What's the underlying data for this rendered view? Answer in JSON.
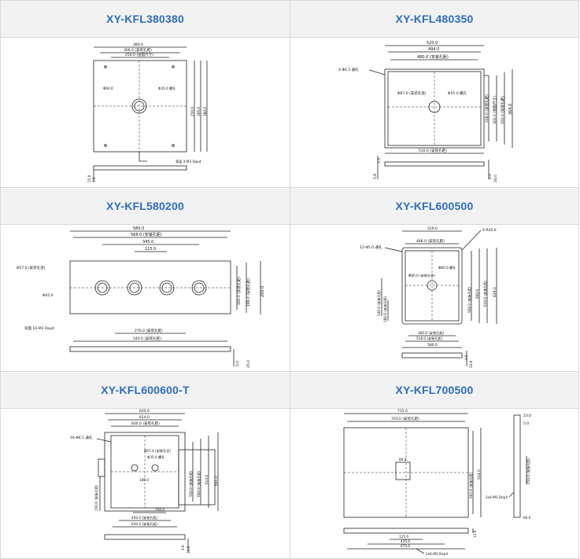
{
  "products": [
    {
      "model": "XY-KFL380380",
      "annotations": [
        "380.0",
        "366.0 (安装孔距)",
        "250.0 (视窗尺寸)",
        "Φ60.0",
        "Φ35.0 螺孔",
        "380.0",
        "366.0",
        "250.0",
        "背面 4-M3 Dep4",
        "25.0",
        "5.0"
      ]
    },
    {
      "model": "XY-KFL480350",
      "annotations": [
        "520.0",
        "494.0",
        "480.0 (安装孔距)",
        "4-Φ4.5 通孔",
        "Φ67.0 (安装孔径)",
        "Φ55.0 螺孔",
        "336.0 (安装孔距)",
        "300.0 (视窗尺寸)",
        "350.0 (安装孔距)",
        "364.0",
        "510.0 (安装孔距)",
        "3.5",
        "5.8",
        "4.0",
        "24.0"
      ]
    },
    {
      "model": "XY-KFL580200",
      "annotations": [
        "580.0",
        "568.0 (安装孔距)",
        "345.0",
        "115.0",
        "Φ57.0 (安装孔径)",
        "Φ45.0",
        "背面 10-M3 Dep4",
        "270.0 (安装孔距)",
        "540.0 (安装孔距)",
        "160.0 (安装孔距)",
        "188.0 (安装孔距)",
        "200.0",
        "5.0",
        "25.0"
      ]
    },
    {
      "model": "XY-KFL600500",
      "annotations": [
        "529.0",
        "488.0 (安装孔距)",
        "4-R45.0",
        "12-Φ5.0 通孔",
        "Φ80.0 (安装孔径)",
        "Φ80.0 螺孔",
        "540.0 (安装孔距)",
        "180.0 (安装孔距)",
        "568.0 (安装孔距)",
        "600.0",
        "610.0 (安装孔距)",
        "629.0",
        "360.0 (安装孔距)",
        "518.0 (安装孔距)",
        "580.0",
        "4.0",
        "24.0"
      ]
    },
    {
      "model": "XY-KFL600600-T",
      "annotations": [
        "640.0",
        "614.0",
        "600.0 (安装孔距)",
        "16-Φ4.5 通孔",
        "Φ67.0 (安装孔径)",
        "Φ35.0 螺孔",
        "180.0",
        "550.0 (安装孔距)",
        "600.0 (安装孔距)",
        "614.0",
        "640.0",
        "150.0 (安装孔距)",
        "150.0",
        "450.0 (安装孔距)",
        "630.0 (安装孔距)",
        "4.0",
        "24.0"
      ]
    },
    {
      "model": "XY-KFL700500",
      "annotations": [
        "715.0",
        "703.0 (安装孔距)",
        "60.0",
        "23.0",
        "5.0",
        "502.0 (安装孔距)",
        "514.0",
        "250.0 (安装孔距)",
        "2x4-M3 Dep4",
        "60.0",
        "125.0",
        "435.0",
        "675.0",
        "2x6-M3 Dep4",
        "12.0"
      ]
    }
  ]
}
